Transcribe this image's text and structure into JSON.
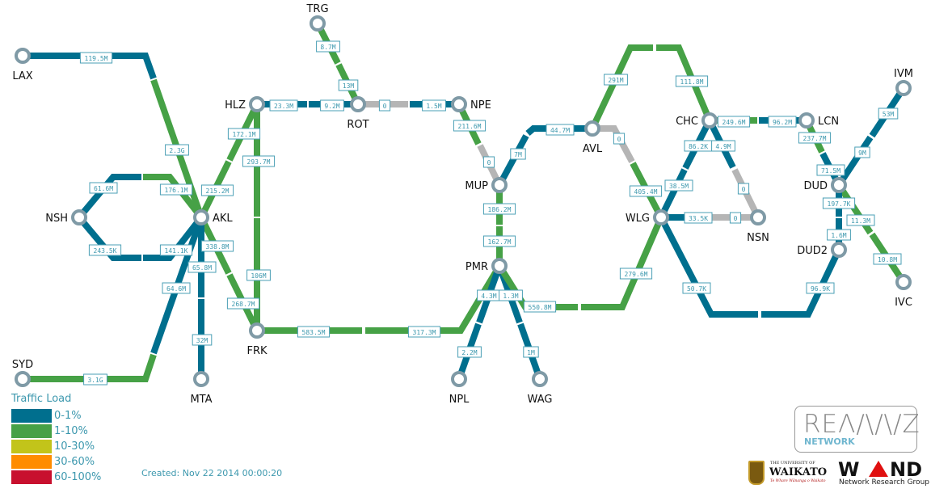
{
  "colors": {
    "blue": "#006f8e",
    "green": "#46a146",
    "gray": "#b5b5b5",
    "node": "#7f9aa6",
    "label_border": "#4a9fb5",
    "label_text": "#3d98ae"
  },
  "nodes": [
    {
      "id": "LAX",
      "label": "LAX"
    },
    {
      "id": "AKL",
      "label": "AKL"
    },
    {
      "id": "NSH",
      "label": "NSH"
    },
    {
      "id": "HLZ",
      "label": "HLZ"
    },
    {
      "id": "ROT",
      "label": "ROT"
    },
    {
      "id": "TRG",
      "label": "TRG"
    },
    {
      "id": "NPE",
      "label": "NPE"
    },
    {
      "id": "MUP",
      "label": "MUP"
    },
    {
      "id": "PMR",
      "label": "PMR"
    },
    {
      "id": "AVL",
      "label": "AVL"
    },
    {
      "id": "CHC",
      "label": "CHC"
    },
    {
      "id": "LCN",
      "label": "LCN"
    },
    {
      "id": "WLG",
      "label": "WLG"
    },
    {
      "id": "NSN",
      "label": "NSN"
    },
    {
      "id": "DUD",
      "label": "DUD"
    },
    {
      "id": "DUD2",
      "label": "DUD2"
    },
    {
      "id": "IVM",
      "label": "IVM"
    },
    {
      "id": "IVC",
      "label": "IVC"
    },
    {
      "id": "SYD",
      "label": "SYD"
    },
    {
      "id": "MTA",
      "label": "MTA"
    },
    {
      "id": "FRK",
      "label": "FRK"
    },
    {
      "id": "NPL",
      "label": "NPL"
    },
    {
      "id": "WAG",
      "label": "WAG"
    }
  ],
  "links": [
    {
      "id": "LAX-AKL",
      "from": "LAX",
      "to": "AKL",
      "out": {
        "label": "119.5M",
        "load": "blue"
      },
      "in": {
        "label": "2.3G",
        "load": "green"
      }
    },
    {
      "id": "NSH-AKL-1",
      "from": "NSH",
      "to": "AKL",
      "out": {
        "label": "61.6M",
        "load": "blue"
      },
      "in": {
        "label": "176.1M",
        "load": "green"
      }
    },
    {
      "id": "NSH-AKL-2",
      "from": "NSH",
      "to": "AKL",
      "out": {
        "label": "243.5K",
        "load": "blue"
      },
      "in": {
        "label": "141.1K",
        "load": "blue"
      }
    },
    {
      "id": "AKL-HLZ",
      "from": "AKL",
      "to": "HLZ",
      "out": {
        "label": "215.2M",
        "load": "green"
      },
      "in": {
        "label": "172.1M",
        "load": "green"
      }
    },
    {
      "id": "HLZ-FRK",
      "from": "HLZ",
      "to": "FRK",
      "out": {
        "label": "293.7M",
        "load": "green"
      },
      "in": {
        "label": "106M",
        "load": "green"
      }
    },
    {
      "id": "AKL-FRK",
      "from": "AKL",
      "to": "FRK",
      "out": {
        "label": "338.8M",
        "load": "green"
      },
      "in": {
        "label": "268.7M",
        "load": "green"
      }
    },
    {
      "id": "AKL-MTA",
      "from": "AKL",
      "to": "MTA",
      "out": {
        "label": "65.8M",
        "load": "blue"
      },
      "in": {
        "label": "32M",
        "load": "blue"
      }
    },
    {
      "id": "AKL-SYD",
      "from": "AKL",
      "to": "SYD",
      "out": {
        "label": "64.6M",
        "load": "blue"
      },
      "in": {
        "label": "3.1G",
        "load": "green"
      }
    },
    {
      "id": "HLZ-ROT",
      "from": "HLZ",
      "to": "ROT",
      "out": {
        "label": "23.3M",
        "load": "blue"
      },
      "in": {
        "label": "9.2M",
        "load": "blue"
      }
    },
    {
      "id": "TRG-ROT",
      "from": "TRG",
      "to": "ROT",
      "out": {
        "label": "8.7M",
        "load": "green"
      },
      "in": {
        "label": "13M",
        "load": "green"
      }
    },
    {
      "id": "ROT-NPE",
      "from": "ROT",
      "to": "NPE",
      "out": {
        "label": "0",
        "load": "gray"
      },
      "in": {
        "label": "1.5M",
        "load": "blue"
      }
    },
    {
      "id": "NPE-MUP",
      "from": "NPE",
      "to": "MUP",
      "out": {
        "label": "211.6M",
        "load": "green"
      },
      "in": {
        "label": "0",
        "load": "gray"
      }
    },
    {
      "id": "MUP-AVL",
      "from": "MUP",
      "to": "AVL",
      "out": {
        "label": "7M",
        "load": "blue"
      },
      "in": {
        "label": "44.7M",
        "load": "blue"
      }
    },
    {
      "id": "AVL-WLG",
      "from": "AVL",
      "to": "WLG",
      "out": {
        "label": "0",
        "load": "gray"
      },
      "in": {
        "label": "405.4M",
        "load": "green"
      }
    },
    {
      "id": "MUP-PMR",
      "from": "MUP",
      "to": "PMR",
      "out": {
        "label": "186.2M",
        "load": "green"
      },
      "in": {
        "label": "162.7M",
        "load": "green"
      }
    },
    {
      "id": "FRK-PMR",
      "from": "FRK",
      "to": "PMR",
      "out": {
        "label": "583.5M",
        "load": "green"
      },
      "in": {
        "label": "317.3M",
        "load": "green"
      }
    },
    {
      "id": "PMR-NPL",
      "from": "PMR",
      "to": "NPL",
      "out": {
        "label": "4.3M",
        "load": "blue"
      },
      "in": {
        "label": "2.2M",
        "load": "blue"
      }
    },
    {
      "id": "PMR-WAG",
      "from": "PMR",
      "to": "WAG",
      "out": {
        "label": "1.3M",
        "load": "blue"
      },
      "in": {
        "label": "1M",
        "load": "blue"
      }
    },
    {
      "id": "PMR-WLG",
      "from": "PMR",
      "to": "WLG",
      "out": {
        "label": "550.8M",
        "load": "green"
      },
      "in": {
        "label": "279.6M",
        "load": "green"
      }
    },
    {
      "id": "AVL-CHC",
      "from": "AVL",
      "to": "CHC",
      "out": {
        "label": "291M",
        "load": "green"
      },
      "in": {
        "label": "111.8M",
        "load": "green"
      }
    },
    {
      "id": "CHC-LCN",
      "from": "CHC",
      "to": "LCN",
      "out": {
        "label": "249.6M",
        "load": "green"
      },
      "in": {
        "label": "96.2M",
        "load": "blue"
      }
    },
    {
      "id": "CHC-WLG",
      "from": "CHC",
      "to": "WLG",
      "out": {
        "label": "86.2K",
        "load": "blue"
      },
      "in": {
        "label": "38.5M",
        "load": "blue"
      }
    },
    {
      "id": "CHC-NSN",
      "from": "CHC",
      "to": "NSN",
      "out": {
        "label": "4.9M",
        "load": "blue"
      },
      "in": {
        "label": "0",
        "load": "gray"
      }
    },
    {
      "id": "WLG-NSN",
      "from": "WLG",
      "to": "NSN",
      "out": {
        "label": "33.5K",
        "load": "blue"
      },
      "in": {
        "label": "0",
        "load": "gray"
      }
    },
    {
      "id": "WLG-DUD2",
      "from": "WLG",
      "to": "DUD2",
      "out": {
        "label": "50.7K",
        "load": "blue"
      },
      "in": {
        "label": "96.9K",
        "load": "blue"
      }
    },
    {
      "id": "LCN-DUD",
      "from": "LCN",
      "to": "DUD",
      "out": {
        "label": "237.7M",
        "load": "green"
      },
      "in": {
        "label": "71.5M",
        "load": "blue"
      }
    },
    {
      "id": "DUD-IVM",
      "from": "DUD",
      "to": "IVM",
      "out": {
        "label": "9M",
        "load": "blue"
      },
      "in": {
        "label": "53M",
        "load": "blue"
      }
    },
    {
      "id": "DUD-IVC",
      "from": "DUD",
      "to": "IVC",
      "out": {
        "label": "11.3M",
        "load": "green"
      },
      "in": {
        "label": "10.8M",
        "load": "green"
      }
    },
    {
      "id": "DUD-DUD2",
      "from": "DUD",
      "to": "DUD2",
      "out": {
        "label": "197.7K",
        "load": "blue"
      },
      "in": {
        "label": "1.6M",
        "load": "blue"
      }
    }
  ],
  "legend": {
    "title": "Traffic Load",
    "items": [
      {
        "label": "0-1%",
        "color": "#006f8e"
      },
      {
        "label": "1-10%",
        "color": "#46a146"
      },
      {
        "label": "10-30%",
        "color": "#c2c41a"
      },
      {
        "label": "30-60%",
        "color": "#ff8c00"
      },
      {
        "label": "60-100%",
        "color": "#c8102e"
      }
    ]
  },
  "created": "Created: Nov 22 2014 00:00:20",
  "logos": {
    "reannz": "REANNZ",
    "reannz_sub": "NETWORK",
    "waikato_small": "THE UNIVERSITY OF",
    "waikato": "WAIKATO",
    "waikato_motto": "Te Whare Wānanga o Waikato",
    "wand": "WAND",
    "wand_sub": "Network Research Group"
  }
}
